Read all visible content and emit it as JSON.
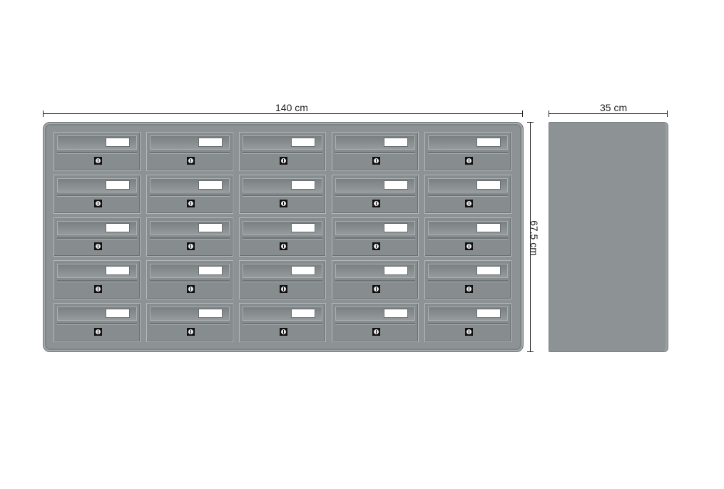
{
  "dimensions": {
    "width_label": "140 cm",
    "height_label": "67.5 cm",
    "depth_label": "35 cm"
  },
  "front": {
    "rows": 5,
    "columns": 5,
    "mailbox_icon": "mailbox-lock-icon"
  },
  "colors": {
    "cabinet": "#8d9394",
    "name_plate": "#ffffff",
    "lock": "#111111"
  }
}
